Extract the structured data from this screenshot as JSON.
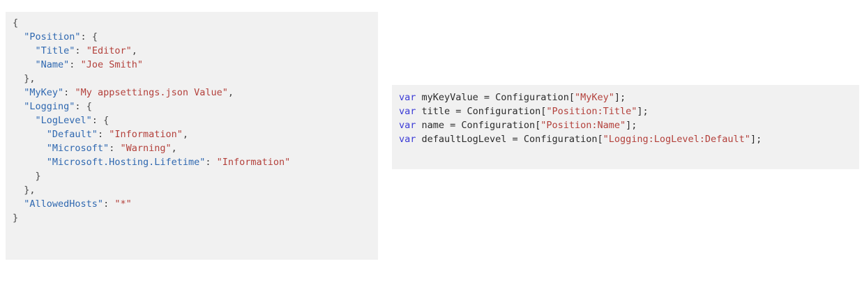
{
  "colors": {
    "panel_background": "#f1f1f1",
    "page_background": "#ffffff",
    "json_key": "#2f68b0",
    "string_value": "#b3403b",
    "keyword": "#3b3bd6",
    "plain_text": "#2b2b2b",
    "punctuation": "#404040"
  },
  "json_panel": {
    "name": "appsettings-json",
    "lines": [
      {
        "indent": 0,
        "tokens": [
          {
            "t": "{",
            "c": "brace"
          }
        ]
      },
      {
        "indent": 1,
        "tokens": [
          {
            "t": "\"Position\"",
            "c": "key"
          },
          {
            "t": ": ",
            "c": "punct"
          },
          {
            "t": "{",
            "c": "brace"
          }
        ]
      },
      {
        "indent": 2,
        "tokens": [
          {
            "t": "\"Title\"",
            "c": "key"
          },
          {
            "t": ": ",
            "c": "punct"
          },
          {
            "t": "\"Editor\"",
            "c": "str"
          },
          {
            "t": ",",
            "c": "punct"
          }
        ]
      },
      {
        "indent": 2,
        "tokens": [
          {
            "t": "\"Name\"",
            "c": "key"
          },
          {
            "t": ": ",
            "c": "punct"
          },
          {
            "t": "\"Joe Smith\"",
            "c": "str"
          }
        ]
      },
      {
        "indent": 1,
        "tokens": [
          {
            "t": "}",
            "c": "brace"
          },
          {
            "t": ",",
            "c": "punct"
          }
        ]
      },
      {
        "indent": 1,
        "tokens": [
          {
            "t": "\"MyKey\"",
            "c": "key"
          },
          {
            "t": ": ",
            "c": "punct"
          },
          {
            "t": "\"My appsettings.json Value\"",
            "c": "str"
          },
          {
            "t": ",",
            "c": "punct"
          }
        ]
      },
      {
        "indent": 1,
        "tokens": [
          {
            "t": "\"Logging\"",
            "c": "key"
          },
          {
            "t": ": ",
            "c": "punct"
          },
          {
            "t": "{",
            "c": "brace"
          }
        ]
      },
      {
        "indent": 2,
        "tokens": [
          {
            "t": "\"LogLevel\"",
            "c": "key"
          },
          {
            "t": ": ",
            "c": "punct"
          },
          {
            "t": "{",
            "c": "brace"
          }
        ]
      },
      {
        "indent": 3,
        "tokens": [
          {
            "t": "\"Default\"",
            "c": "key"
          },
          {
            "t": ": ",
            "c": "punct"
          },
          {
            "t": "\"Information\"",
            "c": "str"
          },
          {
            "t": ",",
            "c": "punct"
          }
        ]
      },
      {
        "indent": 3,
        "tokens": [
          {
            "t": "\"Microsoft\"",
            "c": "key"
          },
          {
            "t": ": ",
            "c": "punct"
          },
          {
            "t": "\"Warning\"",
            "c": "str"
          },
          {
            "t": ",",
            "c": "punct"
          }
        ]
      },
      {
        "indent": 3,
        "tokens": [
          {
            "t": "\"Microsoft.Hosting.Lifetime\"",
            "c": "key"
          },
          {
            "t": ": ",
            "c": "punct"
          },
          {
            "t": "\"Information\"",
            "c": "str"
          }
        ]
      },
      {
        "indent": 2,
        "tokens": [
          {
            "t": "}",
            "c": "brace"
          }
        ]
      },
      {
        "indent": 1,
        "tokens": [
          {
            "t": "}",
            "c": "brace"
          },
          {
            "t": ",",
            "c": "punct"
          }
        ]
      },
      {
        "indent": 1,
        "tokens": [
          {
            "t": "\"AllowedHosts\"",
            "c": "key"
          },
          {
            "t": ": ",
            "c": "punct"
          },
          {
            "t": "\"*\"",
            "c": "str"
          }
        ]
      },
      {
        "indent": 0,
        "tokens": [
          {
            "t": "}",
            "c": "brace"
          }
        ]
      }
    ]
  },
  "csharp_panel": {
    "name": "configuration-access-code",
    "lines": [
      {
        "indent": 0,
        "tokens": [
          {
            "t": "var",
            "c": "kw"
          },
          {
            "t": " myKeyValue = Configuration[",
            "c": "plain"
          },
          {
            "t": "\"MyKey\"",
            "c": "str"
          },
          {
            "t": "];",
            "c": "plain"
          }
        ]
      },
      {
        "indent": 0,
        "tokens": [
          {
            "t": "var",
            "c": "kw"
          },
          {
            "t": " title = Configuration[",
            "c": "plain"
          },
          {
            "t": "\"Position:Title\"",
            "c": "str"
          },
          {
            "t": "];",
            "c": "plain"
          }
        ]
      },
      {
        "indent": 0,
        "tokens": [
          {
            "t": "var",
            "c": "kw"
          },
          {
            "t": " name = Configuration[",
            "c": "plain"
          },
          {
            "t": "\"Position:Name\"",
            "c": "str"
          },
          {
            "t": "];",
            "c": "plain"
          }
        ]
      },
      {
        "indent": 0,
        "tokens": [
          {
            "t": "var",
            "c": "kw"
          },
          {
            "t": " defaultLogLevel = Configuration[",
            "c": "plain"
          },
          {
            "t": "\"Logging:LogLevel:Default\"",
            "c": "str"
          },
          {
            "t": "];",
            "c": "plain"
          }
        ]
      }
    ]
  }
}
